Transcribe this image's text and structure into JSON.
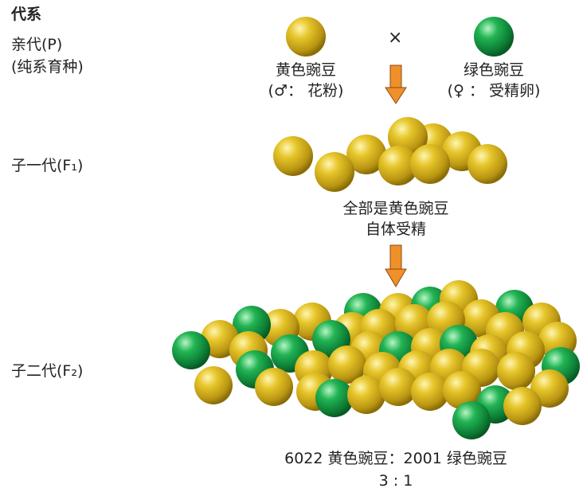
{
  "title": "代系",
  "generations": {
    "p_label": "亲代(P)",
    "p_sublabel": "(纯系育种)",
    "f1_label": "子一代(F₁)",
    "f2_label": "子二代(F₂)"
  },
  "parents": {
    "cross_symbol": "×",
    "yellow": {
      "name": "黄色豌豆",
      "role": "(♂： 花粉)"
    },
    "green": {
      "name": "绿色豌豆",
      "role": "(♀ ： 受精卵)"
    }
  },
  "f1": {
    "result_line1": "全部是黄色豌豆",
    "result_line2": "自体受精"
  },
  "f2": {
    "counts_text": "6022 黄色豌豆：2001 绿色豌豆",
    "ratio_text": "3 : 1"
  },
  "colors": {
    "yellow_pea": "#d9b21d",
    "green_pea": "#17a34a",
    "arrow": "#f0902a"
  }
}
